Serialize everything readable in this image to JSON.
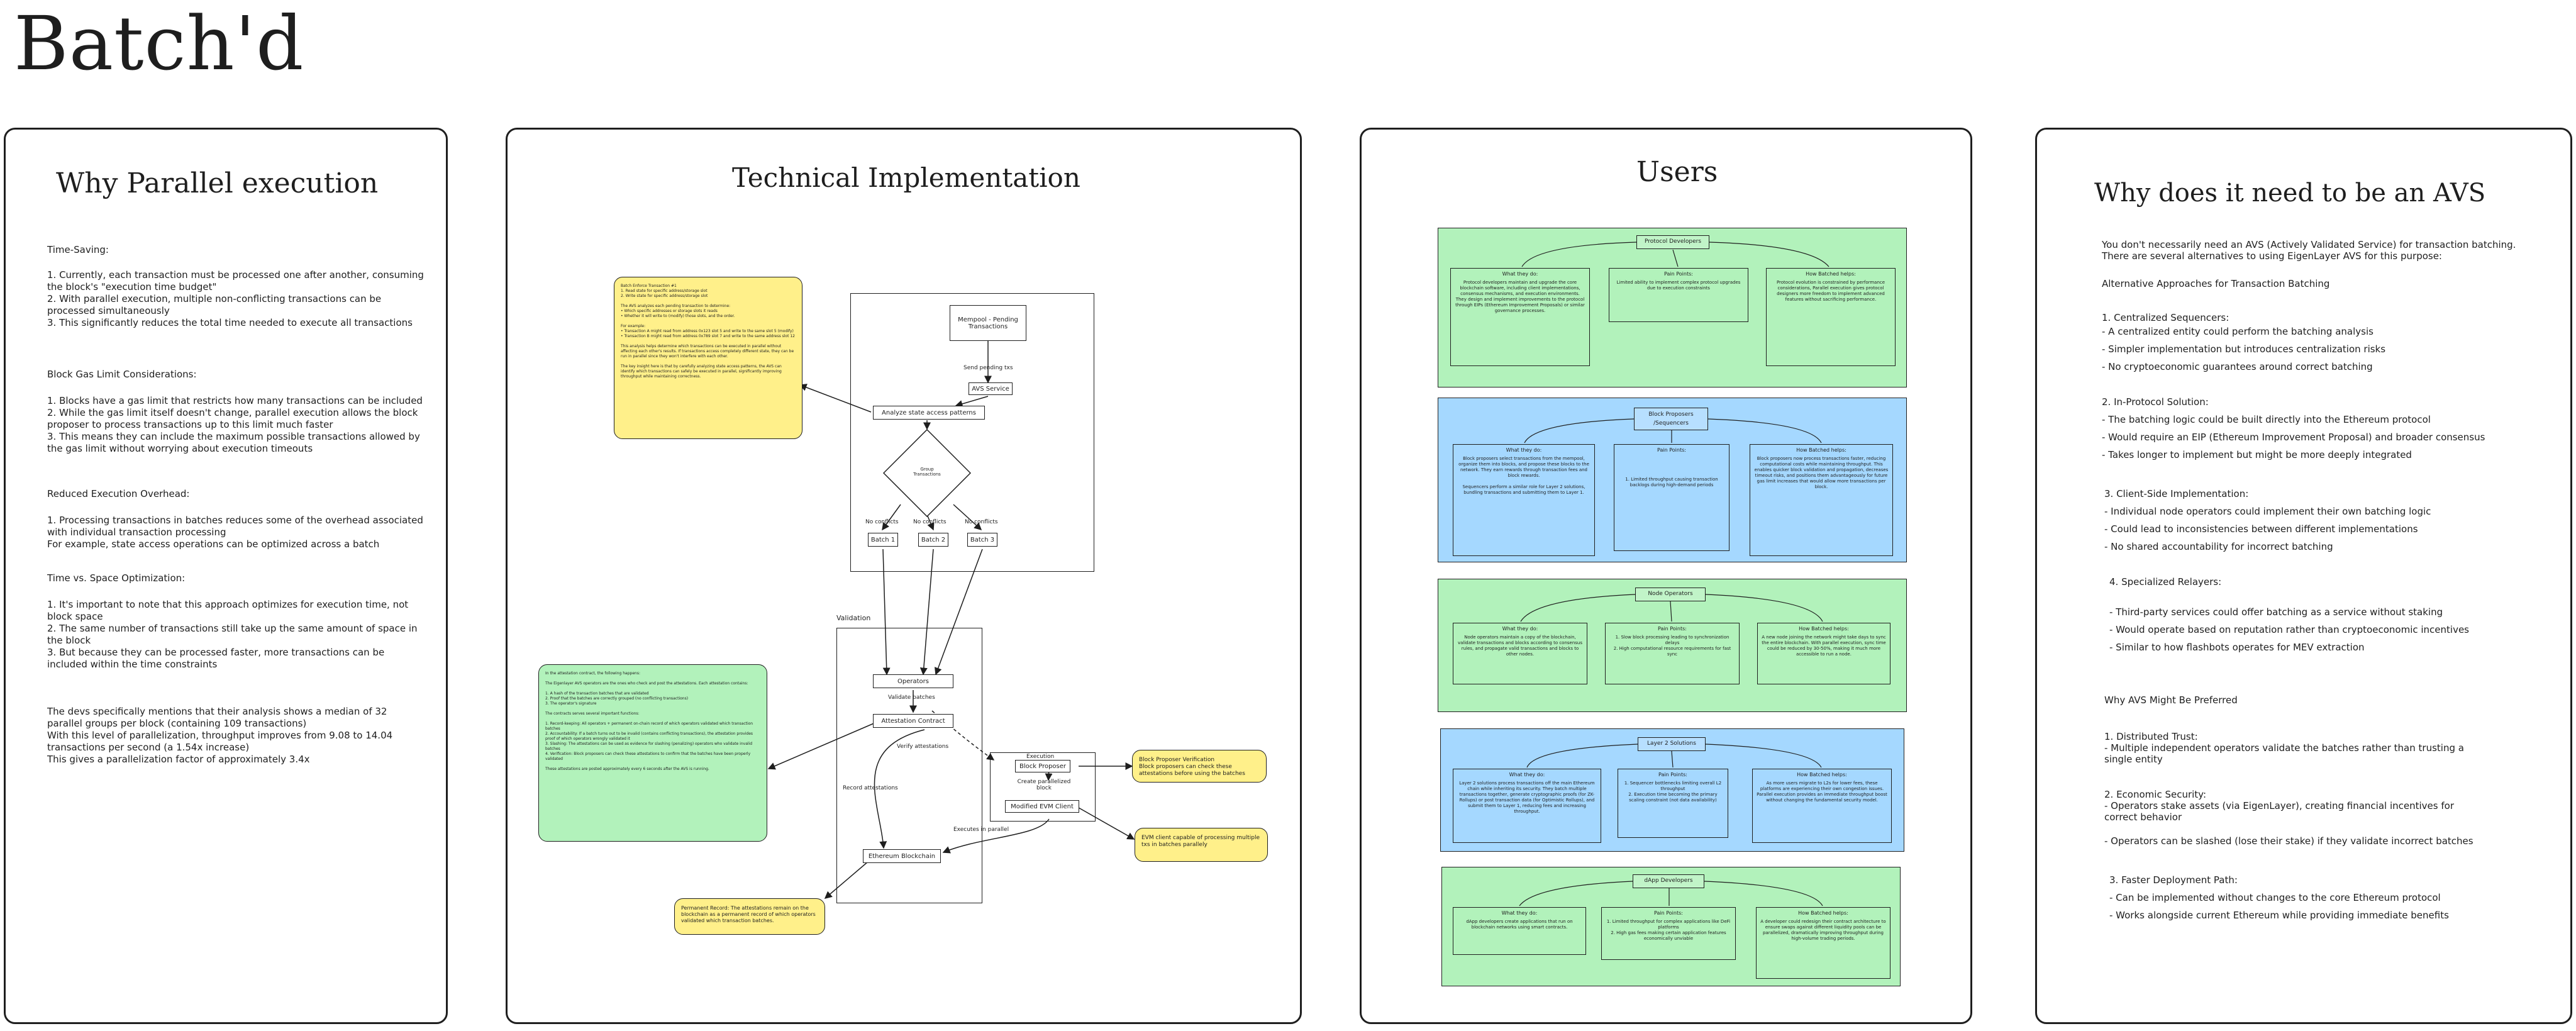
{
  "page_title": "Batch'd",
  "panel1": {
    "title": "Why Parallel execution",
    "paragraphs": [
      "Time-Saving:",
      "1. Currently, each transaction must be processed one after another, consuming the block's \"execution time budget\"\n2. With parallel execution, multiple non-conflicting transactions can be processed simultaneously\n3. This significantly reduces the total time needed to execute all transactions",
      "Block Gas Limit Considerations:",
      "1. Blocks have a gas limit that restricts how many transactions can be included\n2. While the gas limit itself doesn't change, parallel execution allows the block proposer to process transactions up to this limit much faster\n3. This means they can include the maximum possible transactions allowed by the gas limit without worrying about execution timeouts",
      "Reduced Execution Overhead:",
      "1. Processing transactions in batches reduces some of the overhead associated with individual transaction processing\nFor example, state access operations can be optimized across a batch",
      "Time vs. Space Optimization:",
      "1. It's important to note that this approach optimizes for execution time, not block space\n2. The same number of transactions still take up the same amount of space in the block\n3. But because they can be processed faster, more transactions can be included within the time constraints",
      "The devs specifically mentions that their analysis shows a median of 32 parallel groups per block (containing 109 transactions)\nWith this level of parallelization, throughput improves from 9.08 to 14.04 transactions per second (a 1.54x increase)\nThis gives a parallelization factor of approximately 3.4x"
    ]
  },
  "panel2": {
    "title": "Technical Implementation",
    "mempool": "Mempool - Pending Transactions",
    "send_pending": "Send pending txs",
    "avs_service": "AVS Service",
    "analyze": "Analyze state access patterns",
    "group": "Group Transactions",
    "no_conflicts": "No conflicts",
    "batch1": "Batch 1",
    "batch2": "Batch 2",
    "batch3": "Batch 3",
    "validation": "Validation",
    "operators": "Operators",
    "validate_batches": "Validate batches",
    "attestation_contract": "Attestation Contract",
    "verify_attestations": "Verify attestations",
    "record_attestations": "Record attestations",
    "execution": "Execution",
    "block_proposer": "Block Proposer",
    "create_block": "Create parallelized block",
    "modified_evm": "Modified EVM Client",
    "executes_parallel": "Executes in parallel",
    "ethereum_blockchain": "Ethereum Blockchain",
    "note_yellow_top": "Batch Enforce Transaction #1\n1. Read state for specific address/storage slot\n2. Write state for specific address/storage slot\n\nThe AVS analyzes each pending transaction to determine:\n• Which specific addresses or storage slots it reads\n• Whether it will write to (modify) those slots, and the order.\n\nFor example:\n• Transaction A might read from address 0x123 slot 5 and write to the same slot 5 (modify)\n• Transaction B might read from address 0x789 slot 7 and write to the same address slot 12\n\nThis analysis helps determine which transactions can be executed in parallel without affecting each other's results. If transactions access completely different state, they can be run in parallel since they won't interfere with each other.\n\nThe key insight here is that by carefully analyzing state access patterns, the AVS can identify which transactions can safely be executed in parallel, significantly improving throughput while maintaining correctness.",
    "note_green": "In the attestation contract, the following happens:\n\nThe Eigenlayer AVS operators are the ones who check and post the attestations. Each attestation contains:\n\n1. A hash of the transaction batches that are validated\n2. Proof that the batches are correctly grouped (no conflicting transactions)\n3. The operator's signature\n\nThe contracts serves several important functions:\n\n1. Record-keeping: All operators + permanent on-chain record of which operators validated which transaction batches\n2. Accountability: If a batch turns out to be invalid (contains conflicting transactions), the attestation provides proof of which operators wrongly validated it\n3. Slashing: The attestations can be used as evidence for slashing (penalizing) operators who validate invalid batches\n4. Verification: Block proposers can check these attestations to confirm that the batches have been properly validated\n\nThese attestations are posted approximately every 6 seconds after the AVS is running.",
    "note_block_proposer": "Block Proposer Verification\nBlock proposers can check these attestations before using the batches",
    "note_evm": "EVM client capable of processing multiple txs in batches parallely",
    "note_permanent": "Permanent Record: The attestations remain on the blockchain as a permanent record of which operators validated which transaction batches."
  },
  "panel3": {
    "title": "Users",
    "col_what": "What they do:",
    "col_pain": "Pain Points:",
    "col_help": "How Batched helps:",
    "sections": [
      {
        "name": "Protocol Developers",
        "what": "Protocol developers maintain and upgrade the core blockchain software, including client implementations, consensus mechanisms, and execution environments. They design and implement improvements to the protocol through EIPs (Ethereum Improvement Proposals) or similar governance processes.",
        "pain": "Limited ability to implement complex protocol upgrades due to execution constraints",
        "help": "Protocol evolution is constrained by performance considerations, Parallel execution gives protocol designers more freedom to implement advanced features without sacrificing performance."
      },
      {
        "name": "Block Proposers /Sequencers",
        "what": "Block proposers select transactions from the mempool, organize them into blocks, and propose these blocks to the network. They earn rewards through transaction fees and block rewards.\n\nSequencers perform a similar role for Layer 2 solutions, bundling transactions and submitting them to Layer 1.",
        "pain": "1. Limited throughput causing transaction backlogs during high-demand periods",
        "help": "Block proposers now process transactions faster, reducing computational costs while maintaining throughput. This enables quicker block validation and propagation, decreases timeout risks, and positions them advantageously for future gas limit increases that would allow more transactions per block."
      },
      {
        "name": "Node Operators",
        "what": "Node operators maintain a copy of the blockchain, validate transactions and blocks according to consensus rules, and propagate valid transactions and blocks to other nodes.",
        "pain": "1. Slow block processing leading to synchronization delays\n2. High computational resource requirements for fast sync",
        "help": "A new node joining the network might take days to sync the entire blockchain. With parallel execution, sync time could be reduced by 30-50%, making it much more accessible to run a node."
      },
      {
        "name": "Layer 2 Solutions",
        "what": "Layer 2 solutions process transactions off the main Ethereum chain while inheriting its security. They batch multiple transactions together, generate cryptographic proofs (for ZK-Rollups) or post transaction data (for Optimistic Rollups), and submit them to Layer 1, reducing fees and increasing throughput.",
        "pain": "1. Sequencer bottlenecks limiting overall L2 throughput\n2. Execution time becoming the primary scaling constraint (not data availability)",
        "help": "As more users migrate to L2s for lower fees, these platforms are experiencing their own congestion issues. Parallel execution provides an immediate throughput boost without changing the fundamental security model."
      },
      {
        "name": "dApp Developers",
        "what": "dApp developers create applications that run on blockchain networks using smart contracts.",
        "pain": "1. Limited throughput for complex applications like DeFi platforms\n2. High gas fees making certain application features economically unviable",
        "help": "A developer could redesign their contract architecture to ensure swaps against different liquidity pools can be parallelized, dramatically improving throughput during high-volume trading periods."
      }
    ]
  },
  "panel4": {
    "title": "Why does it need to be an AVS",
    "lines": [
      "You don't necessarily need an AVS (Actively Validated Service) for transaction batching.",
      "There are several alternatives to using EigenLayer AVS for this purpose:",
      "Alternative Approaches for Transaction Batching",
      "1. Centralized Sequencers:",
      "- A centralized entity could perform the batching analysis",
      "- Simpler implementation but introduces centralization risks",
      "- No cryptoeconomic guarantees around correct batching",
      "2. In-Protocol Solution:",
      "- The batching logic could be built directly into the Ethereum protocol",
      "- Would require an EIP (Ethereum Improvement Proposal) and broader consensus",
      "- Takes longer to implement but might be more deeply integrated",
      "3. Client-Side Implementation:",
      "- Individual node operators could implement their own batching logic",
      "- Could lead to inconsistencies between different implementations",
      "- No shared accountability for incorrect batching",
      "4. Specialized Relayers:",
      "- Third-party services could offer batching as a service without staking",
      "- Would operate based on reputation rather than cryptoeconomic incentives",
      "- Similar to how flashbots operates for MEV extraction",
      "Why AVS Might Be Preferred",
      "1. Distributed Trust:",
      "- Multiple independent operators validate the batches rather than trusting a",
      "single entity",
      "2. Economic Security:",
      "- Operators stake assets (via EigenLayer), creating financial incentives for",
      "correct behavior",
      "- Operators can be slashed (lose their stake) if they validate incorrect batches",
      "3. Faster Deployment Path:",
      "- Can be implemented without changes to the core Ethereum protocol",
      "- Works alongside current Ethereum while providing immediate benefits"
    ]
  }
}
